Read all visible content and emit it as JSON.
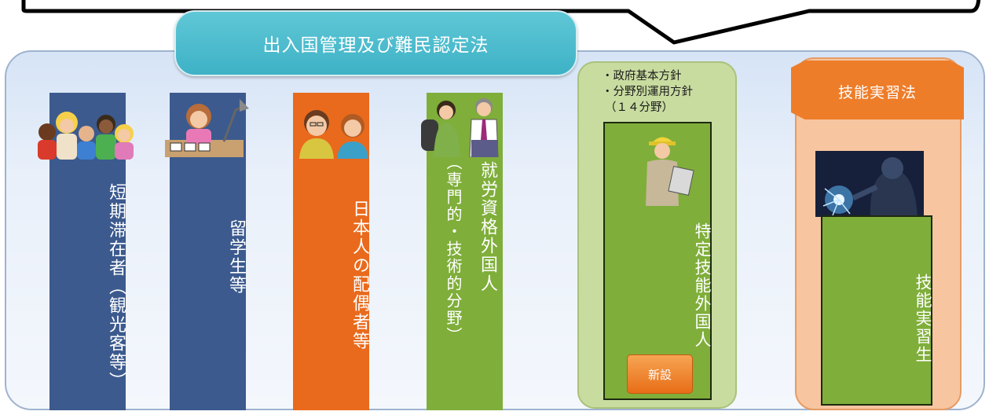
{
  "law_title": "出入国管理及び難民認定法",
  "columns": {
    "short_term": "短期滞在者（観光客等）",
    "students": "留学生等",
    "spouses": "日本人の配偶者等",
    "work_main": "就労資格外国人",
    "work_sub": "（専門的・技術的分野）"
  },
  "specified_skill": {
    "policy_lines": [
      "・政府基本方針",
      "・分野別運用方針",
      "（１４分野）"
    ],
    "label": "特定技能外国人",
    "new_badge": "新設"
  },
  "technical_intern": {
    "law_tab": "技能実習法",
    "label": "技能実習生"
  },
  "colors": {
    "navy": "#3c5a8e",
    "orange": "#e96a1c",
    "green": "#7fae3a",
    "teal": "#3eb2c6",
    "panel_blue": "#d6e4f6"
  },
  "icons": [
    "tourists-icon",
    "student-icon",
    "couple-icon",
    "professionals-icon",
    "worker-icon",
    "welder-icon"
  ]
}
